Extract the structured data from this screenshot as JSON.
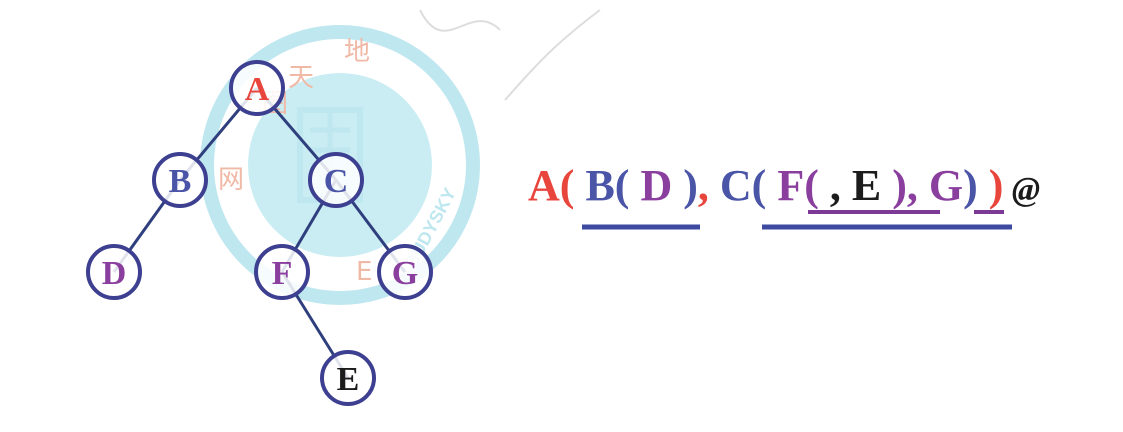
{
  "colors": {
    "edge": "#2f3f7e",
    "node_fill": "#ffffff",
    "node_stroke": "#3d3f90",
    "red": "#e8453c",
    "blue": "#4b55a8",
    "purple": "#8a3f9e",
    "black": "#1c1c1c",
    "underline_blue": "#3d4aa0",
    "underline_purple": "#7c3a96",
    "watermark": "#bfe7ef",
    "watermark_text": "#f0b9a6"
  },
  "tree": {
    "nodes": [
      {
        "id": "A",
        "label": "A",
        "color": "red"
      },
      {
        "id": "B",
        "label": "B",
        "color": "blue"
      },
      {
        "id": "C",
        "label": "C",
        "color": "blue"
      },
      {
        "id": "D",
        "label": "D",
        "color": "purple"
      },
      {
        "id": "F",
        "label": "F",
        "color": "purple"
      },
      {
        "id": "G",
        "label": "G",
        "color": "purple"
      },
      {
        "id": "E",
        "label": "E",
        "color": "black"
      }
    ],
    "edges": [
      [
        "A",
        "B"
      ],
      [
        "A",
        "C"
      ],
      [
        "B",
        "D"
      ],
      [
        "C",
        "F"
      ],
      [
        "C",
        "G"
      ],
      [
        "F",
        "E"
      ]
    ]
  },
  "expression": {
    "tokens": [
      {
        "text": "A(",
        "color": "red"
      },
      {
        "text": " B(",
        "color": "blue"
      },
      {
        "text": " D",
        "color": "purple"
      },
      {
        "text": " )",
        "color": "blue"
      },
      {
        "text": ",",
        "color": "red"
      },
      {
        "text": " C(",
        "color": "blue"
      },
      {
        "text": " F(",
        "color": "purple"
      },
      {
        "text": " , E",
        "color": "black"
      },
      {
        "text": " ),",
        "color": "purple"
      },
      {
        "text": " G",
        "color": "purple"
      },
      {
        "text": ")",
        "color": "blue"
      },
      {
        "text": " )",
        "color": "red"
      },
      {
        "text": " @",
        "color": "black"
      }
    ]
  },
  "watermark": {
    "chars": [
      "天",
      "地",
      "网",
      "图"
    ],
    "ring_text": "BUDYSKY",
    "letter": "E"
  }
}
